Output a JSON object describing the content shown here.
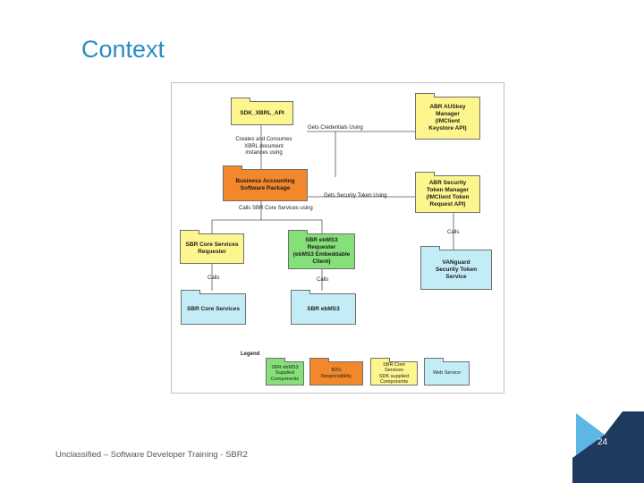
{
  "slide": {
    "title": "Context",
    "footer": "Unclassified – Software Developer Training - SBR2",
    "page_number": "24"
  },
  "diagram": {
    "boxes": {
      "sdk": "SDK_XBRL_API",
      "auskey": "ABR AUSkey\nManager\n(IMClient\nKeystore API)",
      "business": "Business Accounting\nSoftware Package",
      "security_token": "ABR Security\nToken Manager\n(IMClient Token\nRequest API)",
      "core_requester": "SBR Core Services\nRequester",
      "ebms3_requester": "SBR ebMS3\nRequester\n(ebMS3 Embeddable\nClient)",
      "vanguard": "VANguard\nSecurity Token\nService",
      "core_services": "SBR Core Services",
      "ebms3": "SBR ebMS3"
    },
    "labels": {
      "gets_credentials": "Gets Credentials Using",
      "creates_consumes": "Creates and Consumes\nXBRL document\ninstances using",
      "gets_security_token": "Gets Security Token Using",
      "calls_core": "Calls SBR Core Services using",
      "calls_vanguard": "Calls",
      "calls_core_services": "Calls",
      "calls_ebms3": "Calls"
    },
    "legend": {
      "title": "Legend",
      "items": [
        {
          "label": "SBR ebMS3\nSupplied\nComponents",
          "color": "#86e07a"
        },
        {
          "label": "B2G\nResponsibility",
          "color": "#f2882b"
        },
        {
          "label": "SBR Core Services\nSDK supplied\nComponents",
          "color": "#fdf68f"
        },
        {
          "label": "Web Service",
          "color": "#c3edf6"
        }
      ]
    }
  }
}
